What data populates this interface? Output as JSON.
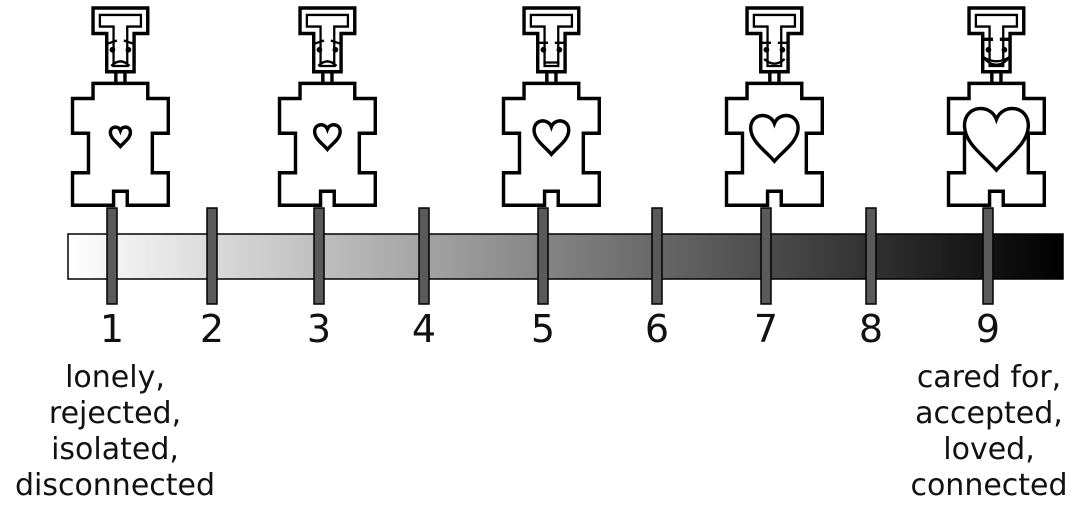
{
  "scale": {
    "points": [
      "1",
      "2",
      "3",
      "4",
      "5",
      "6",
      "7",
      "8",
      "9"
    ],
    "figure_points": [
      1,
      3,
      5,
      7,
      9
    ]
  },
  "anchors": {
    "low": [
      "lonely,",
      "rejected,",
      "isolated,",
      "disconnected"
    ],
    "high": [
      "cared for,",
      "accepted,",
      "loved,",
      "connected"
    ]
  },
  "colors": {
    "gradient_start": "#ffffff",
    "gradient_end": "#000000",
    "tick": "#5a5a5a",
    "outline": "#000000"
  },
  "figures": [
    {
      "point": "1",
      "mood": "sad",
      "heart_size": "smallest"
    },
    {
      "point": "3",
      "mood": "sad",
      "heart_size": "small"
    },
    {
      "point": "5",
      "mood": "neutral",
      "heart_size": "medium"
    },
    {
      "point": "7",
      "mood": "smiling",
      "heart_size": "large"
    },
    {
      "point": "9",
      "mood": "grinning",
      "heart_size": "largest"
    }
  ]
}
